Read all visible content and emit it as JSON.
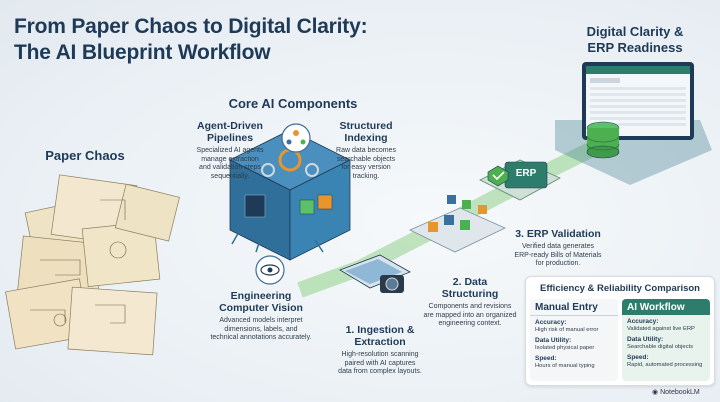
{
  "title_line1": "From Paper Chaos to Digital Clarity:",
  "title_line2": "The AI Blueprint Workflow",
  "core_header": "Core AI Components",
  "paper_header": "Paper Chaos",
  "digital_header_line1": "Digital Clarity &",
  "digital_header_line2": "ERP Readiness",
  "components": {
    "agent": {
      "title_line1": "Agent-Driven",
      "title_line2": "Pipelines",
      "desc": [
        "Specialized AI agents",
        "manage extraction",
        "and validation steps",
        "sequentially."
      ]
    },
    "indexing": {
      "title_line1": "Structured",
      "title_line2": "Indexing",
      "desc": [
        "Raw data becomes",
        "searchable objects",
        "for easy version",
        "tracking."
      ]
    },
    "vision": {
      "title_line1": "Engineering",
      "title_line2": "Computer Vision",
      "desc": [
        "Advanced models interpret",
        "dimensions, labels, and",
        "technical annotations accurately."
      ]
    }
  },
  "steps": {
    "ingestion": {
      "title_line1": "1. Ingestion &",
      "title_line2": "Extraction",
      "desc": [
        "High-resolution scanning",
        "paired with AI captures",
        "data from complex layouts."
      ]
    },
    "structuring": {
      "title_line1": "2. Data",
      "title_line2": "Structuring",
      "desc": [
        "Components and revisions",
        "are mapped into an organized",
        "engineering context."
      ]
    },
    "validation": {
      "title": "3. ERP Validation",
      "desc": [
        "Verified data generates",
        "ERP-ready Bills of Materials",
        "for production."
      ]
    }
  },
  "erp_badge": "ERP",
  "comparison": {
    "title": "Efficiency & Reliability Comparison",
    "manual": {
      "header": "Manual Entry",
      "rows": [
        {
          "k": "Accuracy:",
          "v": "High risk of manual error"
        },
        {
          "k": "Data Utility:",
          "v": "Isolated physical paper"
        },
        {
          "k": "Speed:",
          "v": "Hours of manual typing"
        }
      ]
    },
    "ai": {
      "header": "AI Workflow",
      "rows": [
        {
          "k": "Accuracy:",
          "v": "Validated against live ERP"
        },
        {
          "k": "Data Utility:",
          "v": "Searchable digital objects"
        },
        {
          "k": "Speed:",
          "v": "Rapid, automated processing"
        }
      ]
    }
  },
  "brand": "NotebookLM",
  "colors": {
    "navy": "#1e3a57",
    "teal": "#2e7d6c",
    "green": "#4caf50",
    "blue": "#3a6f9e",
    "orange": "#e8952c",
    "paper": "#efe3c6"
  }
}
